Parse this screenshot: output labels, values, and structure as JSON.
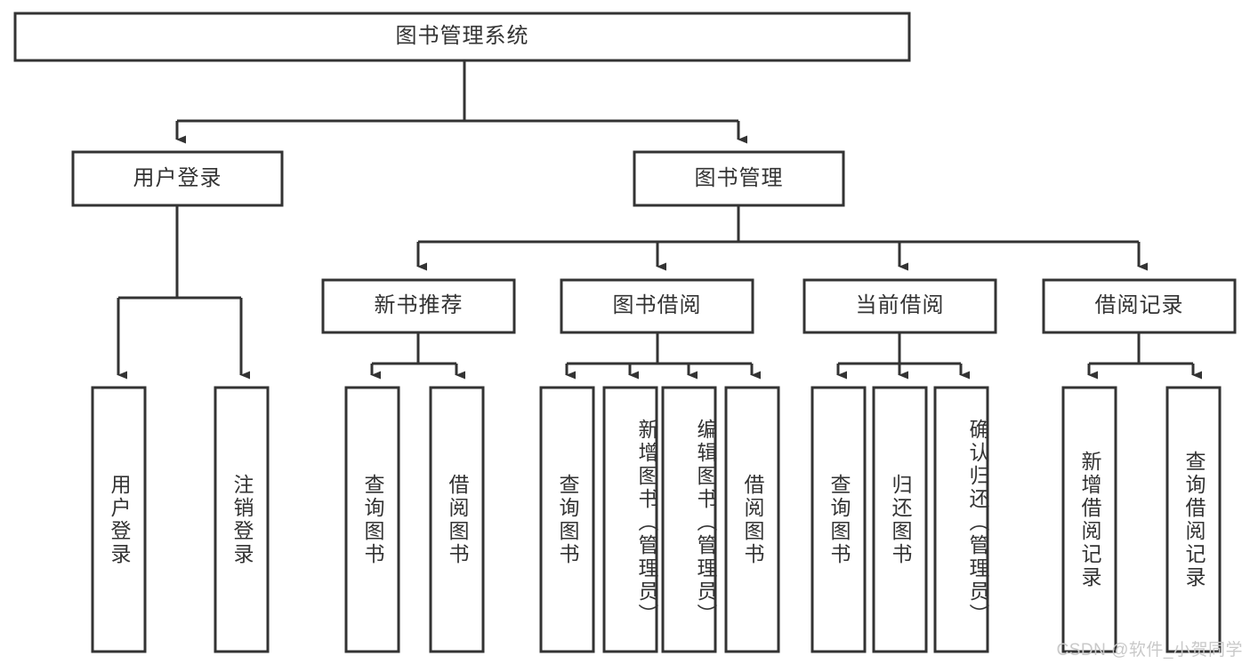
{
  "diagram": {
    "title": "图书管理系统",
    "watermark": "CSDN @软件_小贺同学",
    "line_color": "#333333",
    "box_fill": "#ffffff",
    "text_color": "#333333",
    "levels": {
      "root": {
        "label": "图书管理系统"
      },
      "level2": [
        {
          "label": "用户登录"
        },
        {
          "label": "图书管理"
        }
      ],
      "level3": [
        {
          "label": "新书推荐"
        },
        {
          "label": "图书借阅"
        },
        {
          "label": "当前借阅"
        },
        {
          "label": "借阅记录"
        }
      ],
      "leaves": {
        "user_login": [
          {
            "label": "用户登录"
          },
          {
            "label": "注销登录"
          }
        ],
        "new_book_recommend": [
          {
            "label": "查询图书"
          },
          {
            "label": "借阅图书"
          }
        ],
        "book_borrow": [
          {
            "label": "查询图书"
          },
          {
            "label": "新增图书（管理员）"
          },
          {
            "label": "编辑图书（管理员）"
          },
          {
            "label": "借阅图书"
          }
        ],
        "current_borrow": [
          {
            "label": "查询图书"
          },
          {
            "label": "归还图书"
          },
          {
            "label": "确认归还（管理员）"
          }
        ],
        "borrow_record": [
          {
            "label": "新增借阅记录"
          },
          {
            "label": "查询借阅记录"
          }
        ]
      }
    }
  }
}
